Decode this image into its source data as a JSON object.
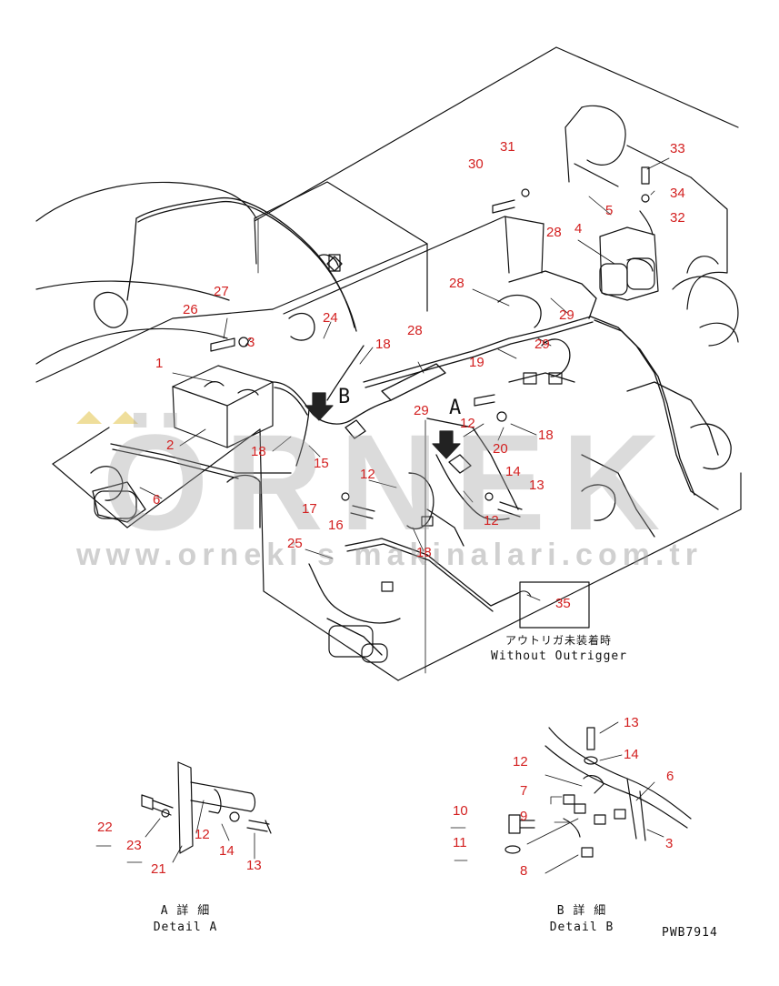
{
  "callouts": [
    "1",
    "2",
    "3",
    "4",
    "5",
    "6",
    "12",
    "13",
    "14",
    "15",
    "16",
    "17",
    "18",
    "19",
    "20",
    "24",
    "25",
    "26",
    "27",
    "28",
    "29",
    "30",
    "31",
    "32",
    "33",
    "34",
    "35",
    "7",
    "8",
    "9",
    "10",
    "11",
    "21",
    "22",
    "23"
  ],
  "main_labels": {
    "n1": "1",
    "n2": "2",
    "n3": "3",
    "n4": "4",
    "n5": "5",
    "n6": "6",
    "n12a": "12",
    "n12b": "12",
    "n12c": "12",
    "n13": "13",
    "n14": "14",
    "n15": "15",
    "n16": "16",
    "n17": "17",
    "n18a": "18",
    "n18b": "18",
    "n18c": "18",
    "n18d": "18",
    "n19": "19",
    "n20": "20",
    "n24": "24",
    "n25": "25",
    "n26": "26",
    "n27": "27",
    "n28a": "28",
    "n28b": "28",
    "n28c": "28",
    "n29a": "29",
    "n29b": "29",
    "n29c": "29",
    "n30": "30",
    "n31": "31",
    "n32": "32",
    "n33": "33",
    "n34": "34",
    "n35": "35"
  },
  "view_letters": {
    "a": "A",
    "b": "B"
  },
  "outrigger_note": {
    "jp": "アウトリガ未装着時",
    "en": "Without Outrigger"
  },
  "detail_a": {
    "labels": {
      "n22": "22",
      "n23": "23",
      "n21": "21",
      "n12": "12",
      "n14": "14",
      "n13": "13"
    },
    "title_jp": "A 詳 細",
    "title_en": "Detail A"
  },
  "detail_b": {
    "labels": {
      "n13": "13",
      "n14": "14",
      "n12": "12",
      "n6": "6",
      "n7": "7",
      "n9": "9",
      "n10": "10",
      "n11": "11",
      "n3": "3",
      "n8": "8"
    },
    "title_jp": "B 詳 細",
    "title_en": "Detail B"
  },
  "drawing_code": "PWB7914",
  "watermark": {
    "brand": "ÖRNEK",
    "url": "www.orneki s makinalari.com.tr"
  },
  "colors": {
    "callout": "#d32020",
    "line": "#111111",
    "watermark": "#a0a0a0",
    "watermark_accent": "#e8d070"
  }
}
